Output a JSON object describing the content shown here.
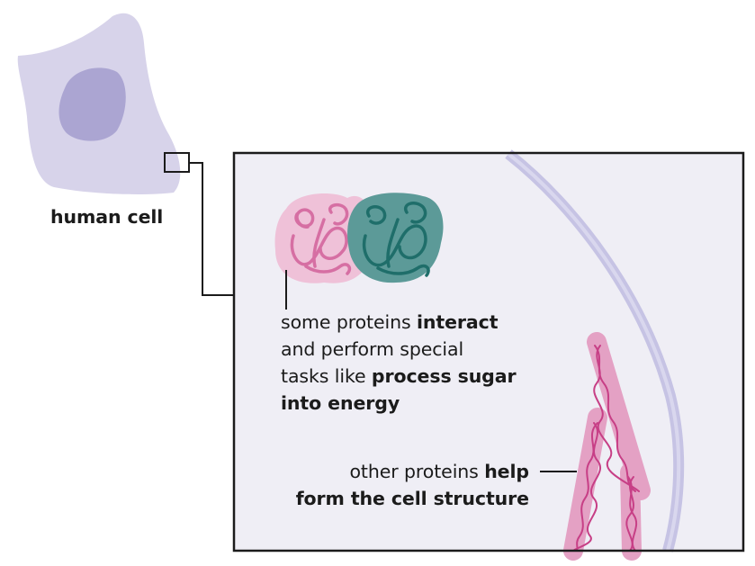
{
  "cell": {
    "label": "human cell"
  },
  "caption_interact": {
    "line1_plain": "some proteins ",
    "line1_bold": "interact",
    "line2": "and perform special",
    "line3_plain": "tasks like ",
    "line3_bold": "process sugar",
    "line4_bold": "into energy"
  },
  "caption_structure": {
    "line1_plain": "other proteins ",
    "line1_bold": "help",
    "line2_bold": "form the cell structure"
  },
  "colors": {
    "cell_body": "#d7d3ea",
    "cell_nucleus": "#aba5d2",
    "zoom_background": "#efeef5",
    "membrane": "#c3c0e2",
    "protein_pink_fill": "#efc1d8",
    "protein_pink_stroke": "#d66fa3",
    "protein_teal_fill": "#5c9a98",
    "protein_teal_stroke": "#1f6e6a",
    "fiber_fill": "#e4a1c4",
    "fiber_strand": "#c73f86",
    "outline": "#1b1b1b"
  }
}
